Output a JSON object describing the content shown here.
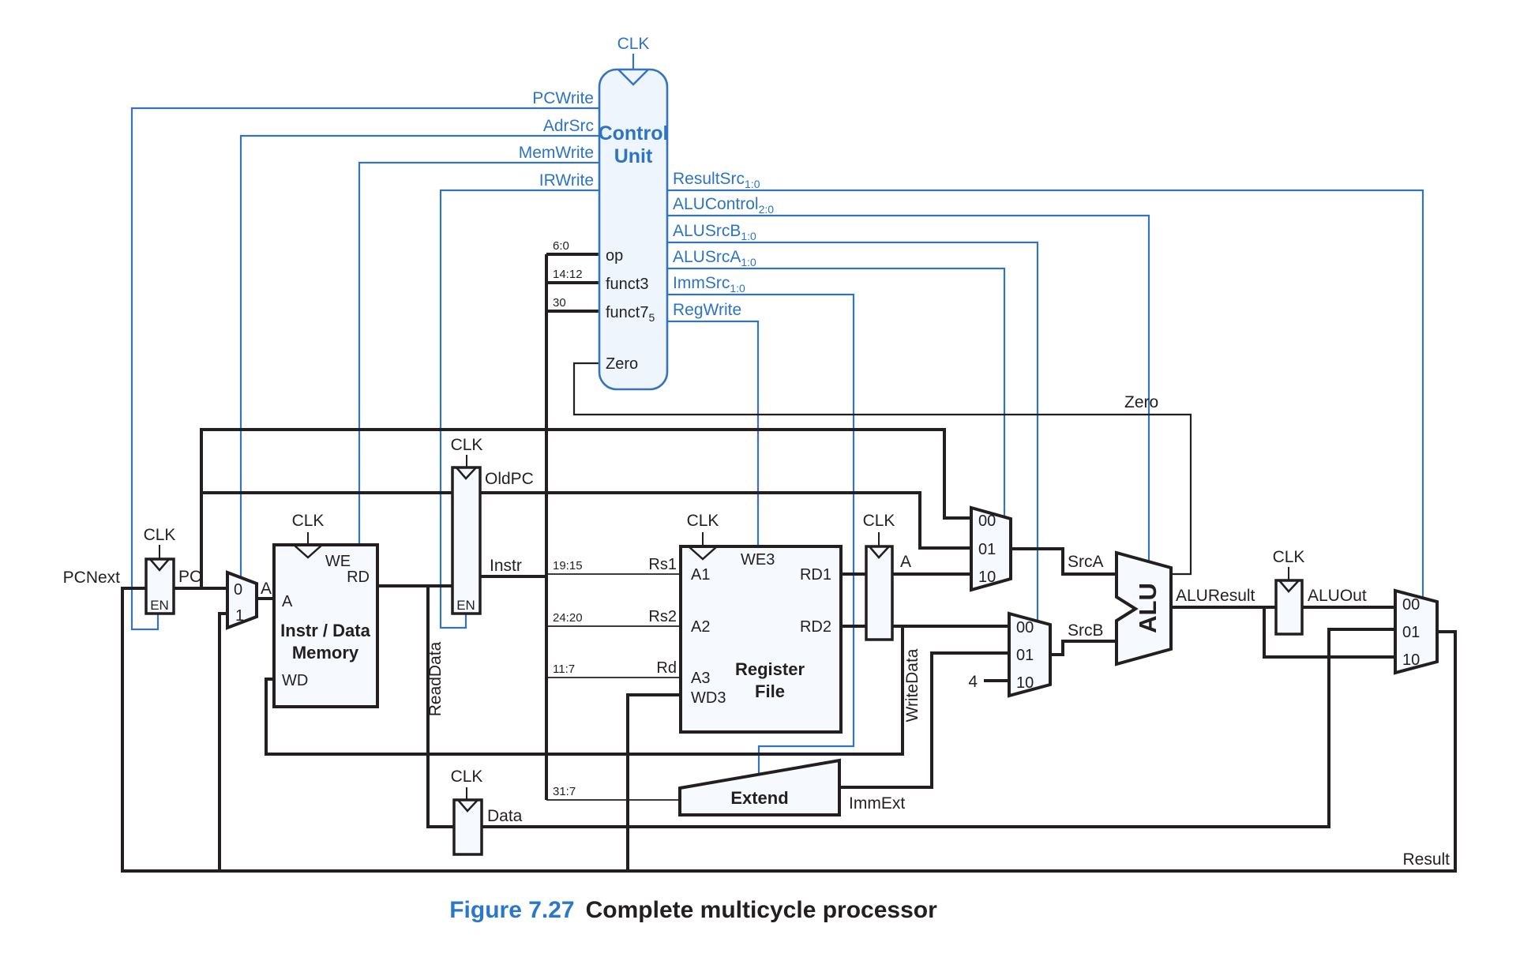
{
  "figure": {
    "label": "Figure 7.27",
    "title": "Complete multicycle processor"
  },
  "colors": {
    "blue_wire": "#3474bd",
    "blue_text": "#2d74c4",
    "black": "#231f20",
    "component_fill": "#f6f9fd",
    "control_fill": "#eef5fc"
  },
  "control_unit": {
    "name_line1": "Control",
    "name_line2": "Unit",
    "clk": "CLK",
    "zero_port": "Zero",
    "left_signals": [
      "PCWrite",
      "AdrSrc",
      "MemWrite",
      "IRWrite"
    ],
    "right_signals": [
      {
        "base": "ResultSrc",
        "sub": "1:0"
      },
      {
        "base": "ALUControl",
        "sub": "2:0"
      },
      {
        "base": "ALUSrcB",
        "sub": "1:0"
      },
      {
        "base": "ALUSrcA",
        "sub": "1:0"
      },
      {
        "base": "ImmSrc",
        "sub": "1:0"
      },
      {
        "base": "RegWrite",
        "sub": ""
      }
    ],
    "instr_fields": [
      {
        "bits": "6:0",
        "port": "op",
        "sub": ""
      },
      {
        "bits": "14:12",
        "port": "funct3",
        "sub": ""
      },
      {
        "bits": "30",
        "port": "funct7",
        "sub": "5"
      }
    ]
  },
  "pc_register": {
    "clk": "CLK",
    "en": "EN",
    "in": "PCNext",
    "out": "PC"
  },
  "adr_mux": {
    "in0": "0",
    "in1": "1",
    "out": "Adr"
  },
  "memory": {
    "clk": "CLK",
    "we": "WE",
    "rd": "RD",
    "a": "A",
    "wd": "WD",
    "name_line1": "Instr / Data",
    "name_line2": "Memory",
    "read_data": "ReadData"
  },
  "ir_register": {
    "clk": "CLK",
    "en": "EN",
    "out_top": "OldPC",
    "out_bottom": "Instr"
  },
  "data_register": {
    "clk": "CLK",
    "out": "Data"
  },
  "register_file": {
    "clk": "CLK",
    "we3": "WE3",
    "a1": "A1",
    "a2": "A2",
    "a3": "A3",
    "wd3": "WD3",
    "rd1": "RD1",
    "rd2": "RD2",
    "name_line1": "Register",
    "name_line2": "File",
    "rs1_bits": "19:15",
    "rs1": "Rs1",
    "rs2_bits": "24:20",
    "rs2": "Rs2",
    "rd_bits": "11:7",
    "rd": "Rd",
    "write_data": "WriteData"
  },
  "a_register": {
    "clk": "CLK",
    "out": "A"
  },
  "srca_mux": {
    "in00": "00",
    "in01": "01",
    "in10": "10",
    "out": "SrcA"
  },
  "srcb_mux": {
    "in00": "00",
    "in01": "01",
    "in10": "10",
    "out": "SrcB",
    "const4": "4"
  },
  "extend": {
    "name": "Extend",
    "bits": "31:7",
    "out": "ImmExt"
  },
  "alu": {
    "name": "ALU",
    "zero": "Zero",
    "result": "ALUResult"
  },
  "aluout_register": {
    "clk": "CLK",
    "out": "ALUOut"
  },
  "result_mux": {
    "in00": "00",
    "in01": "01",
    "in10": "10",
    "out": "Result"
  }
}
